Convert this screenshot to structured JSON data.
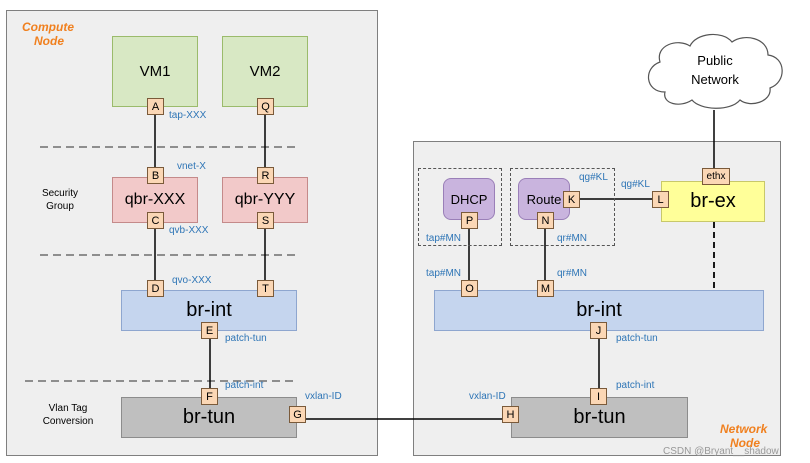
{
  "compute_node": {
    "title_line1": "Compute",
    "title_line2": "Node"
  },
  "network_node": {
    "title_line1": "Network",
    "title_line2": "Node"
  },
  "side_labels": {
    "security_group_line1": "Security",
    "security_group_line2": "Group",
    "vlan_tag_line1": "Vlan Tag",
    "vlan_tag_line2": "Conversion"
  },
  "compute": {
    "vm1": "VM1",
    "vm2": "VM2",
    "qbr1": "qbr-XXX",
    "qbr2": "qbr-YYY",
    "br_int": "br-int",
    "br_tun": "br-tun"
  },
  "network": {
    "dhcp": "DHCP",
    "router": "Route",
    "br_int": "br-int",
    "br_tun": "br-tun",
    "br_ex": "br-ex",
    "cloud_line1": "Public",
    "cloud_line2": "Network"
  },
  "ports": {
    "A": "A",
    "B": "B",
    "C": "C",
    "D": "D",
    "E": "E",
    "F": "F",
    "G": "G",
    "Q": "Q",
    "R": "R",
    "S": "S",
    "T": "T",
    "H": "H",
    "I": "I",
    "J": "J",
    "K": "K",
    "L": "L",
    "M": "M",
    "N": "N",
    "O": "O",
    "P": "P",
    "ethx": "ethx"
  },
  "port_labels": {
    "tap": "tap-XXX",
    "vnet": "vnet-X",
    "qvb": "qvb-XXX",
    "qvo": "qvo-XXX",
    "patch_tun_compute": "patch-tun",
    "patch_int_compute": "patch-int",
    "vxlan_compute": "vxlan-ID",
    "vxlan_network": "vxlan-ID",
    "patch_int_network": "patch-int",
    "patch_tun_network": "patch-tun",
    "tap_mn_p": "tap#MN",
    "tap_mn_o": "tap#MN",
    "qr_mn_n": "qr#MN",
    "qr_mn_m": "qr#MN",
    "qg_kl_k": "qg#KL",
    "qg_kl_l": "qg#KL"
  },
  "watermark": "CSDN @Bryant__shadow",
  "colors": {
    "panel": "#efefef",
    "vm": "#d8e8c4",
    "qbr": "#f2c9c9",
    "br_int": "#c5d5ee",
    "br_tun": "#bfbfbf",
    "br_ex": "#ffff99",
    "service": "#c9b4de",
    "port": "#fbd7b5",
    "label": "#2e75b6",
    "node_title": "#f0801f"
  }
}
